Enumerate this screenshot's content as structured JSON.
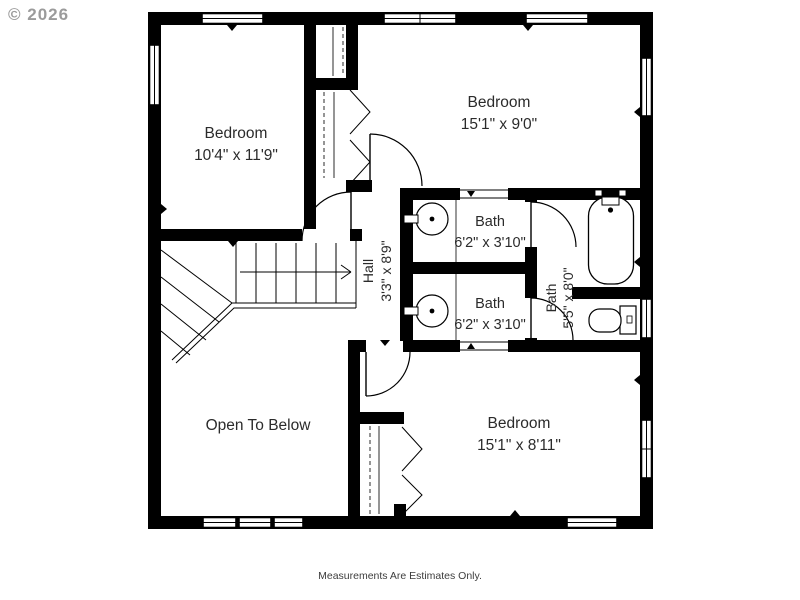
{
  "watermark": "© 2026",
  "footer": "Measurements Are Estimates Only.",
  "rooms": {
    "bedroom_tl": {
      "name": "Bedroom",
      "dims": "10'4\" x 11'9\""
    },
    "bedroom_tr": {
      "name": "Bedroom",
      "dims": "15'1\" x 9'0\""
    },
    "bath1": {
      "name": "Bath",
      "dims": "6'2\" x 3'10\""
    },
    "bath2": {
      "name": "Bath",
      "dims": "6'2\" x 3'10\""
    },
    "bath_main": {
      "name": "Bath",
      "dims": "5'5\" x 8'0\""
    },
    "hall": {
      "name": "Hall",
      "dims": "3'3\" x 8'9\""
    },
    "open_below": {
      "name": "Open To Below"
    },
    "bedroom_br": {
      "name": "Bedroom",
      "dims": "15'1\" x 8'11\""
    }
  },
  "icons": [
    "window-icon",
    "door-swing-icon",
    "bifold-door-icon",
    "stairs-icon",
    "sink-icon",
    "bathtub-icon",
    "toilet-icon"
  ],
  "colors": {
    "wall": "#000000",
    "background": "#ffffff",
    "watermark": "#9b9b9b",
    "text": "#2b2b2b"
  }
}
